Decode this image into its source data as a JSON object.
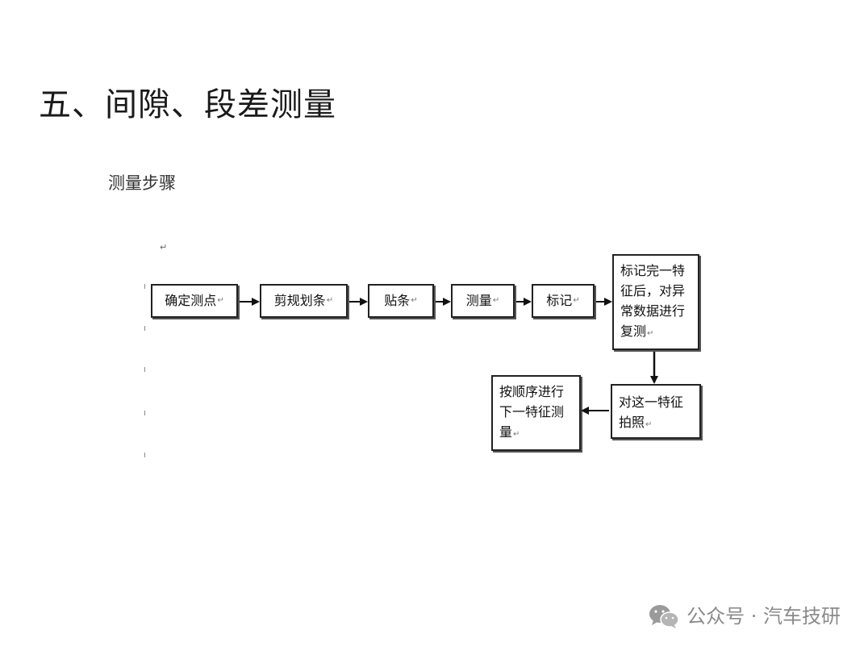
{
  "heading": "五、间隙、段差测量",
  "subheading": "测量步骤",
  "flow": {
    "steps": [
      "确定测点",
      "剪规划条",
      "贴条",
      "测量",
      "标记",
      "标记完一特征后，对异常数据进行复测",
      "对这一特征拍照",
      "按顺序进行下一特征测量"
    ],
    "return_mark": "↵"
  },
  "footer": {
    "icon": "wechat-icon",
    "text": "公众号 · 汽车技研"
  }
}
